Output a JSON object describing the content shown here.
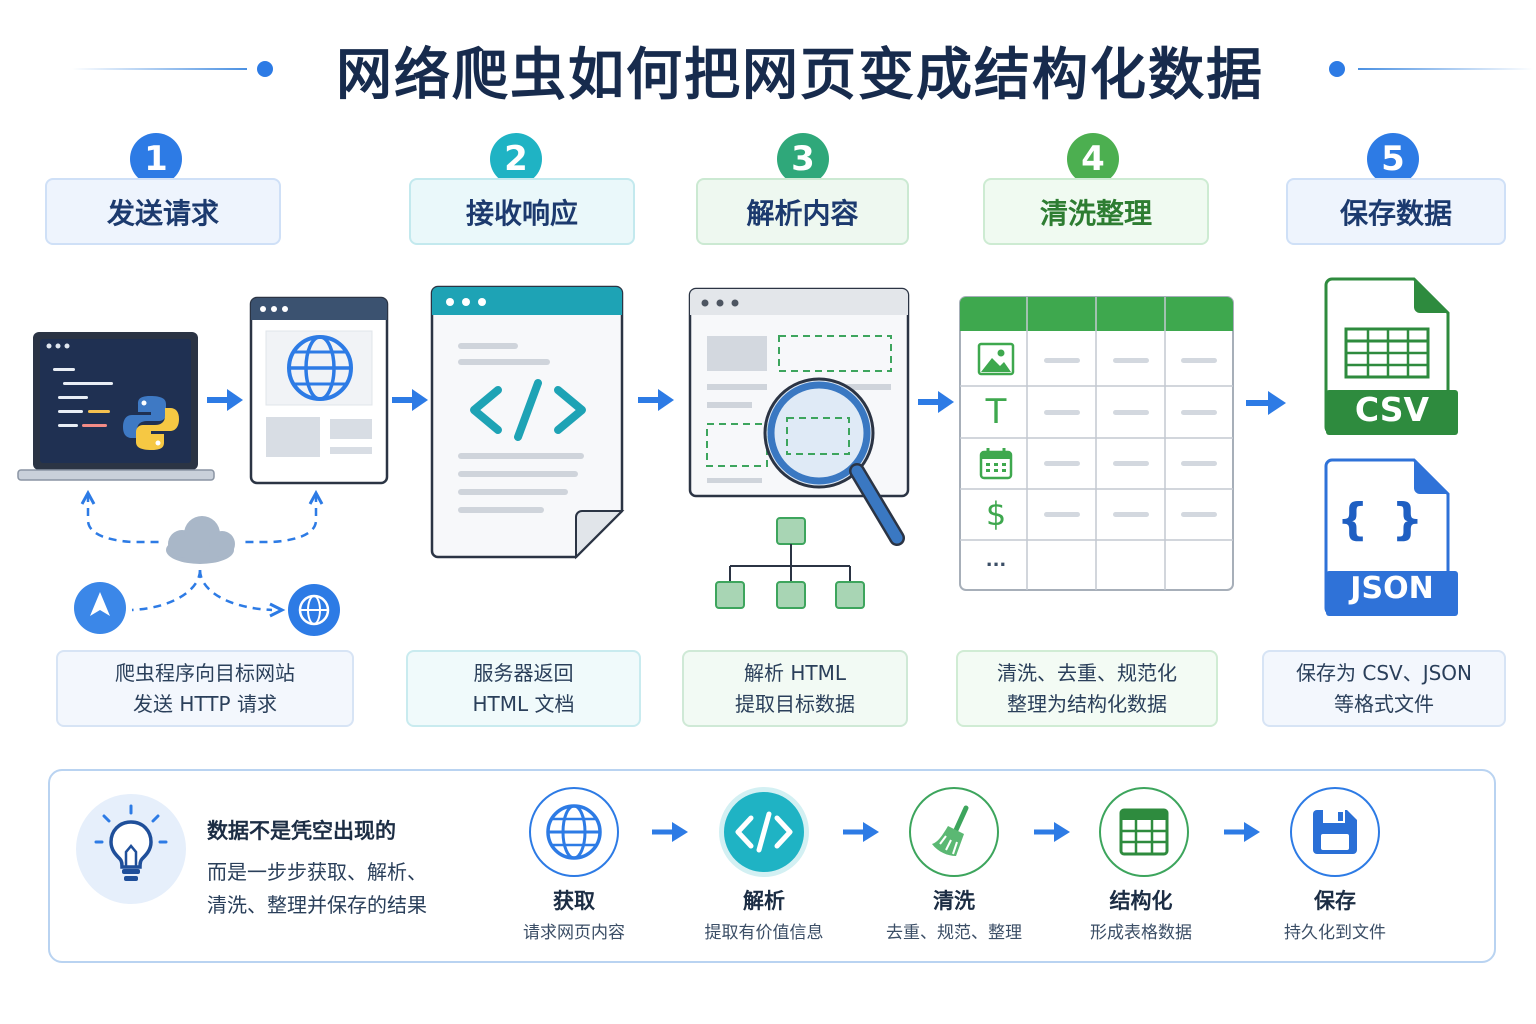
{
  "title": "网络爬虫如何把网页变成结构化数据",
  "steps": [
    {
      "num": "1",
      "label": "发送请求",
      "desc_line1": "爬虫程序向目标网站",
      "desc_line2": "发送 HTTP 请求"
    },
    {
      "num": "2",
      "label": "接收响应",
      "desc_line1": "服务器返回",
      "desc_line2": "HTML 文档"
    },
    {
      "num": "3",
      "label": "解析内容",
      "desc_line1": "解析 HTML",
      "desc_line2": "提取目标数据"
    },
    {
      "num": "4",
      "label": "清洗整理",
      "desc_line1": "清洗、去重、规范化",
      "desc_line2": "整理为结构化数据"
    },
    {
      "num": "5",
      "label": "保存数据",
      "desc_line1": "保存为 CSV、JSON",
      "desc_line2": "等格式文件"
    }
  ],
  "files": {
    "csv": "CSV",
    "json": "JSON",
    "json_braces": "{ }"
  },
  "table_icons": {
    "text": "T",
    "dollar": "$",
    "more": "..."
  },
  "summary": {
    "line1": "数据不是凭空出现的",
    "line2": "而是一步步获取、解析、",
    "line3": "清洗、整理并保存的结果"
  },
  "flow": [
    {
      "title": "获取",
      "sub": "请求网页内容",
      "icon": "globe-icon"
    },
    {
      "title": "解析",
      "sub": "提取有价值信息",
      "icon": "code-icon"
    },
    {
      "title": "清洗",
      "sub": "去重、规范、整理",
      "icon": "broom-icon"
    },
    {
      "title": "结构化",
      "sub": "形成表格数据",
      "icon": "table-icon"
    },
    {
      "title": "保存",
      "sub": "持久化到文件",
      "icon": "save-icon"
    }
  ],
  "colors": {
    "blue": "#2d7be5",
    "teal": "#1fb3c4",
    "green": "#3da55d",
    "light_green": "#4caf50",
    "dark_navy": "#172b4d",
    "csv_green": "#2e8b3e",
    "json_blue": "#2f72d8"
  }
}
